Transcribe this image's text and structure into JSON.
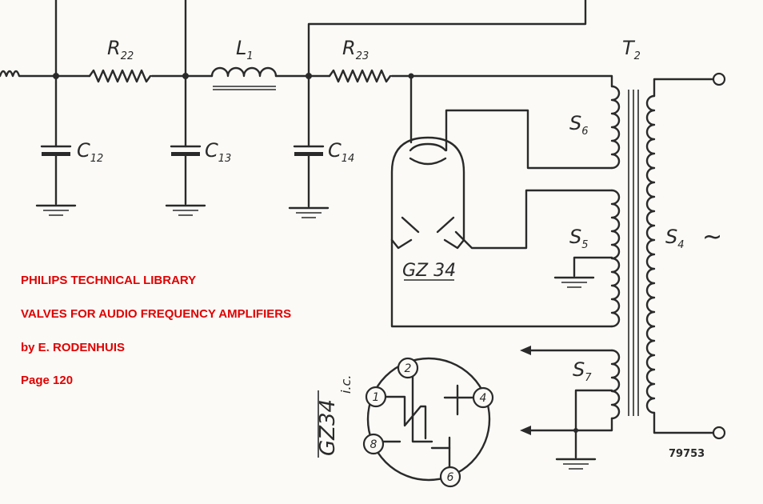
{
  "caption": {
    "line1": "PHILIPS TECHNICAL LIBRARY",
    "line2": "VALVES FOR AUDIO FREQUENCY AMPLIFIERS",
    "line3": "by E. RODENHUIS",
    "line4": "Page 120"
  },
  "components": {
    "r22": {
      "base": "R",
      "sub": "22"
    },
    "l1": {
      "base": "L",
      "sub": "1"
    },
    "r23": {
      "base": "R",
      "sub": "23"
    },
    "t2": {
      "base": "T",
      "sub": "2"
    },
    "c12": {
      "base": "C",
      "sub": "12"
    },
    "c13": {
      "base": "C",
      "sub": "13"
    },
    "c14": {
      "base": "C",
      "sub": "14"
    },
    "s6": {
      "base": "S",
      "sub": "6"
    },
    "s5": {
      "base": "S",
      "sub": "5"
    },
    "s4": {
      "base": "S",
      "sub": "4"
    },
    "s7": {
      "base": "S",
      "sub": "7"
    }
  },
  "valve_label": "GZ 34",
  "socket": {
    "label": "GZ34",
    "ic_label": "i.c.",
    "pins": [
      "1",
      "2",
      "4",
      "6",
      "8"
    ]
  },
  "ac_symbol": "~",
  "drawing_number": "79753",
  "colors": {
    "caption": "#e00000",
    "ink": "#2a2a2a",
    "paper": "#fbfaf6"
  }
}
